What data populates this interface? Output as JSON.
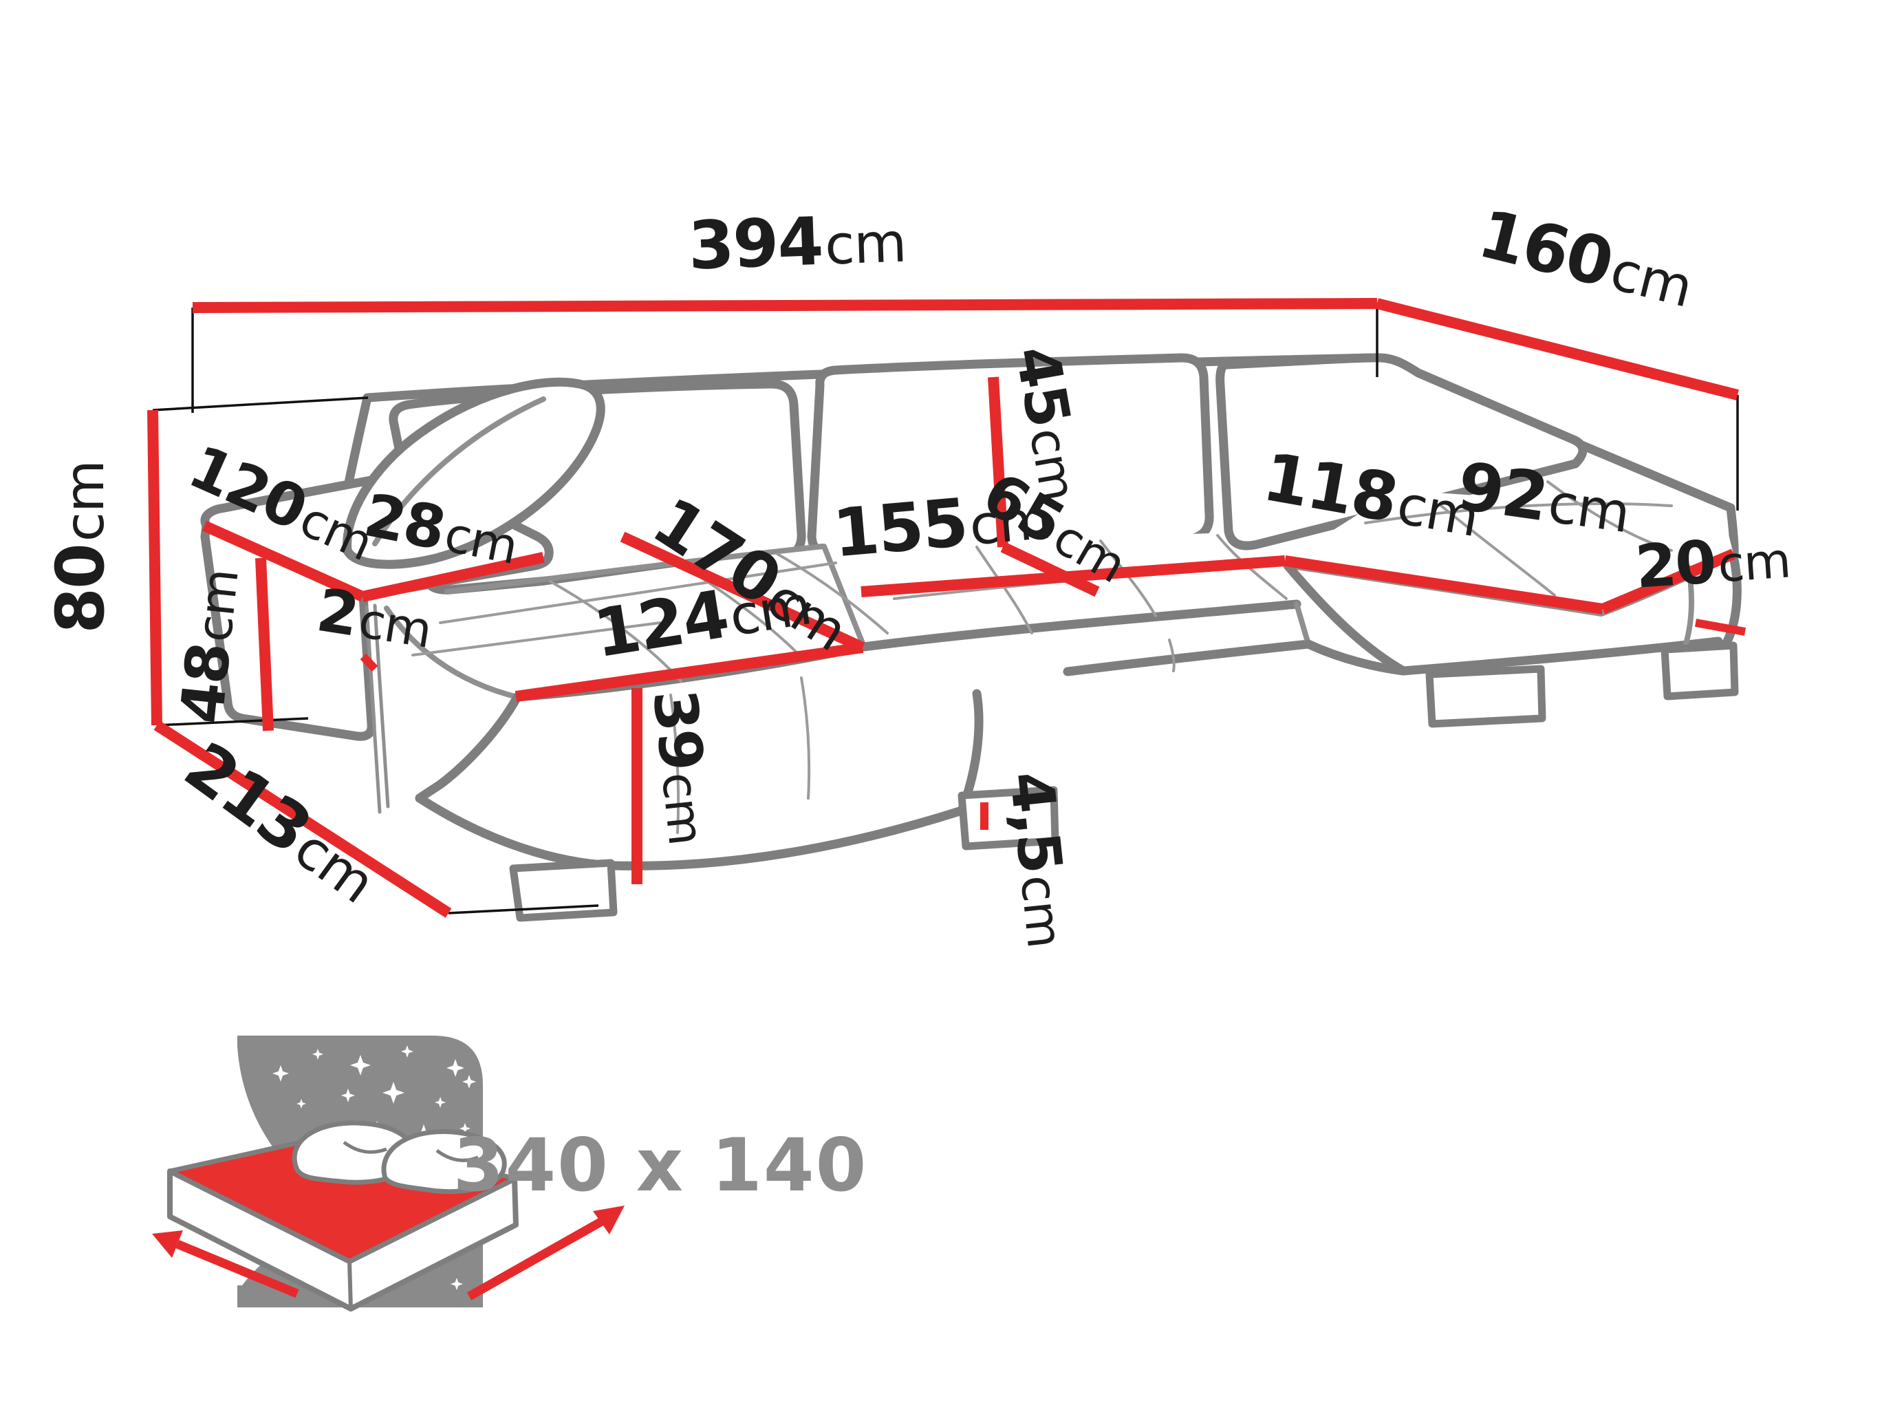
{
  "page": {
    "background": "#ffffff"
  },
  "diagram": {
    "subject": "U-shaped corner sofa bed dimension drawing",
    "colors": {
      "dimension_line": "#e62a2c",
      "sofa_outline": "#7e7e7e",
      "label_text": "#1d1d1d",
      "icon_gray": "#8a8a8a",
      "mattress_red": "#e8302e"
    },
    "measurements": [
      {
        "name": "total-width",
        "value": "394",
        "unit": "cm"
      },
      {
        "name": "right-depth",
        "value": "160",
        "unit": "cm"
      },
      {
        "name": "total-height",
        "value": "80",
        "unit": "cm"
      },
      {
        "name": "armrest-length",
        "value": "120",
        "unit": "cm"
      },
      {
        "name": "armrest-width",
        "value": "28",
        "unit": "cm"
      },
      {
        "name": "armrest-height",
        "value": "48",
        "unit": "cm"
      },
      {
        "name": "armrest-seat-gap",
        "value": "2",
        "unit": "cm"
      },
      {
        "name": "left-depth",
        "value": "213",
        "unit": "cm"
      },
      {
        "name": "left-seat-length",
        "value": "170",
        "unit": "cm"
      },
      {
        "name": "left-seat-width",
        "value": "124",
        "unit": "cm"
      },
      {
        "name": "seat-height",
        "value": "39",
        "unit": "cm"
      },
      {
        "name": "middle-seat-width",
        "value": "155",
        "unit": "cm"
      },
      {
        "name": "backrest-height",
        "value": "45",
        "unit": "cm"
      },
      {
        "name": "middle-seat-depth",
        "value": "65",
        "unit": "cm"
      },
      {
        "name": "right-seat-length",
        "value": "118",
        "unit": "cm"
      },
      {
        "name": "right-seat-width",
        "value": "92",
        "unit": "cm"
      },
      {
        "name": "right-corner-height",
        "value": "20",
        "unit": "cm"
      },
      {
        "name": "foot-height",
        "value": "4,5",
        "unit": "cm"
      }
    ],
    "sleeping_area": {
      "value": "340 x 140"
    }
  }
}
